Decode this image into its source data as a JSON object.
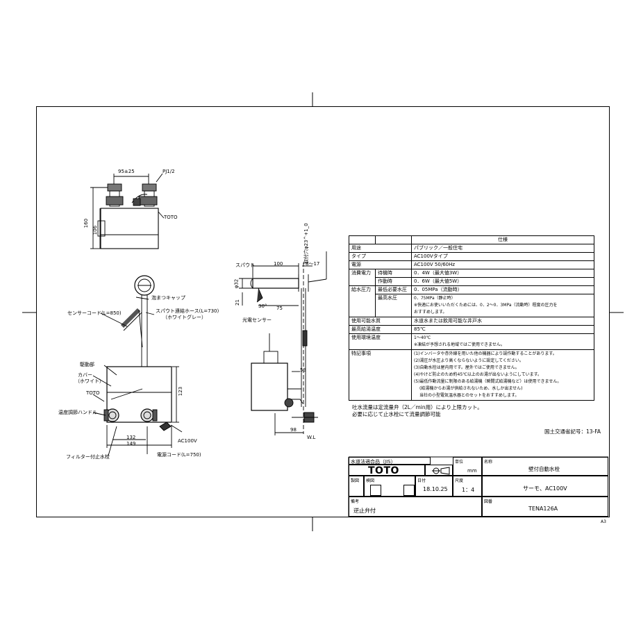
{
  "drawing": {
    "sheet_size": "A3",
    "registration": "国土交通省記号：13-FA",
    "flow_note_line1": "吐水流量は定流量弁（2L／min用）により上限カット。",
    "flow_note_line2": "必要に応じて止水栓にて流量調節可能"
  },
  "top_view": {
    "dim_width": "95±25",
    "dim_160": "160",
    "dim_106": "106",
    "label_pj": "PJ1/2",
    "label_toto": "TOTO"
  },
  "front_view": {
    "label_cap": "泡まつキャップ",
    "label_hose": "スパウト連結ホース(L=730)",
    "label_hose_color": "（ホワイトグレー）",
    "label_sensor_cord": "センサーコード(L=850)",
    "label_body": "駆動部",
    "label_cover": "カバー",
    "label_cover_color": "（ホワイト）",
    "label_toto": "TOTO",
    "label_temp_handle": "温度調節ハンドル",
    "label_filter": "フィルター付止水栓",
    "label_ac": "AC100V",
    "label_power_cord": "電源コード(L=750)",
    "dim_123": "123",
    "dim_132": "132",
    "dim_149": "149"
  },
  "side_view": {
    "label_spout": "スパウト",
    "label_sensor": "光電センサー",
    "label_wl": "W.L",
    "dim_100": "100",
    "dim_8_17": "8～17",
    "dim_mount": "取付穴φ23^+1_0",
    "dim_d32": "φ32",
    "dim_21": "21",
    "dim_75": "75",
    "dim_angle": "30°",
    "dim_53": "53",
    "dim_98": "98"
  },
  "spec": {
    "header": "仕様",
    "rows": [
      {
        "k1": "用途",
        "k2": "",
        "v": "パブリック／一般住宅"
      },
      {
        "k1": "タイプ",
        "k2": "",
        "v": "AC100Vタイプ"
      },
      {
        "k1": "電源",
        "k2": "",
        "v": "AC100V 50/60Hz"
      },
      {
        "k1": "消費電力",
        "k2": "待機時",
        "v": "0．4W（最大値3W）"
      },
      {
        "k1": "",
        "k2": "作動時",
        "v": "0．6W（最大値5W）"
      },
      {
        "k1": "給水圧力",
        "k2": "最低必要水圧",
        "v": "0．05MPa（流動時）"
      },
      {
        "k1": "",
        "k2": "最高水圧",
        "v": "0．75MPa（静止時）"
      }
    ],
    "pressure_note_1": "※快適にお使いいただくためには、0．2～0．3MPa（流動時）程度の圧力を",
    "pressure_note_2": "おすすめします。",
    "water_k": "使用可能水質",
    "water_v": "水道水または飲用可能な井戸水",
    "max_temp_k": "最高給湯温度",
    "max_temp_v": "85℃",
    "env_k": "使用環境温度",
    "env_v": "1～40℃",
    "env_note": "※凍結が予想される地域ではご使用できません。",
    "notes_k": "特記事項",
    "notes": [
      "(1)インバータや赤外線を用いた他の機器により誤作動することがあります。",
      "(2)湯圧が水圧より高くならないように設定してください。",
      "(3)自動水栓は屋内用です。屋外ではご使用できません。",
      "(4)やけど防止のため約45℃以上のお湯が出ないようにしています。",
      "(5)最低作動流量に制限のある給湯機（瞬間式給湯機など）は使用できません。",
      "(給湯機からお湯が供給されないため、水しか出ません)",
      "当社の小型電気温水器とのセットをおすすめします。"
    ]
  },
  "title_block": {
    "jis": "水道法適合品（JIS）",
    "logo": "TOTO",
    "unit_label": "単位",
    "unit": "mm",
    "name_label": "名称",
    "name": "壁付自動水栓",
    "drawn_label": "製図",
    "check_label": "検図",
    "date_label": "日付",
    "date": "18.10.25",
    "scale_label": "尺度",
    "scale": "1：4",
    "subtitle": "サーモ、AC100V",
    "remarks_label": "備考",
    "remarks": "逆止弁付",
    "drawing_no_label": "図番",
    "drawing_no": "TENA126A"
  }
}
